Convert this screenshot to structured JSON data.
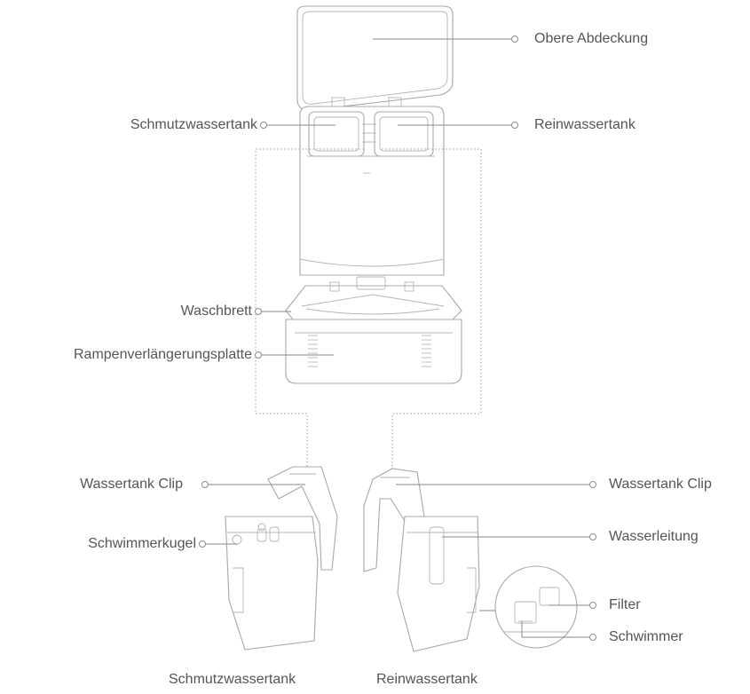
{
  "labels": {
    "top_cover": "Obere Abdeckung",
    "dirty_tank_top": "Schmutzwassertank",
    "clean_tank_top": "Reinwassertank",
    "wash_board": "Waschbrett",
    "ramp_extension": "Rampenverlängerungsplatte",
    "tank_clip_left": "Wassertank Clip",
    "tank_clip_right": "Wassertank Clip",
    "float_ball": "Schwimmerkugel",
    "water_pipe": "Wasserleitung",
    "filter": "Filter",
    "float": "Schwimmer",
    "dirty_tank_caption": "Schmutzwassertank",
    "clean_tank_caption": "Reinwassertank"
  }
}
